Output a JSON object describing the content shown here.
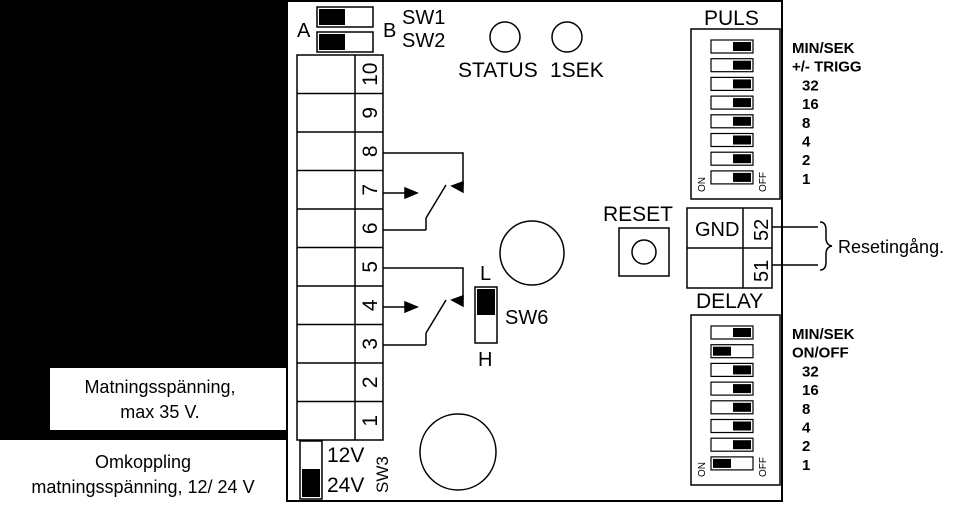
{
  "left_notes": {
    "supply": [
      "Matningsspänning,",
      "max 35 V."
    ],
    "switching": [
      "Omkoppling",
      "matningsspänning, 12/ 24 V"
    ]
  },
  "top_switches": {
    "a": "A",
    "b": "B",
    "sw1": "SW1",
    "sw2": "SW2"
  },
  "leds": {
    "status": "STATUS",
    "one_sec": "1SEK"
  },
  "terminal_numbers": [
    "10",
    "9",
    "8",
    "7",
    "6",
    "5",
    "4",
    "3",
    "2",
    "1"
  ],
  "sw6": {
    "label": "SW6",
    "l": "L",
    "h": "H"
  },
  "sw3": {
    "label": "SW3",
    "v12": "12V",
    "v24": "24V"
  },
  "reset": {
    "label": "RESET"
  },
  "reset_terminal": {
    "gnd": "GND",
    "t52": "52",
    "t51": "51",
    "input_label": "Resetingång."
  },
  "puls": {
    "title": "PULS",
    "labels": [
      "MIN/SEK",
      "+/- TRIGG",
      "32",
      "16",
      "8",
      "4",
      "2",
      "1"
    ],
    "on": "ON",
    "off": "OFF",
    "states": [
      "off",
      "off",
      "off",
      "off",
      "off",
      "off",
      "off",
      "off"
    ]
  },
  "delay": {
    "title": "DELAY",
    "labels": [
      "MIN/SEK",
      "ON/OFF",
      "32",
      "16",
      "8",
      "4",
      "2",
      "1"
    ],
    "on": "ON",
    "off": "OFF",
    "states": [
      "off",
      "on",
      "off",
      "off",
      "off",
      "off",
      "off",
      "on"
    ]
  }
}
